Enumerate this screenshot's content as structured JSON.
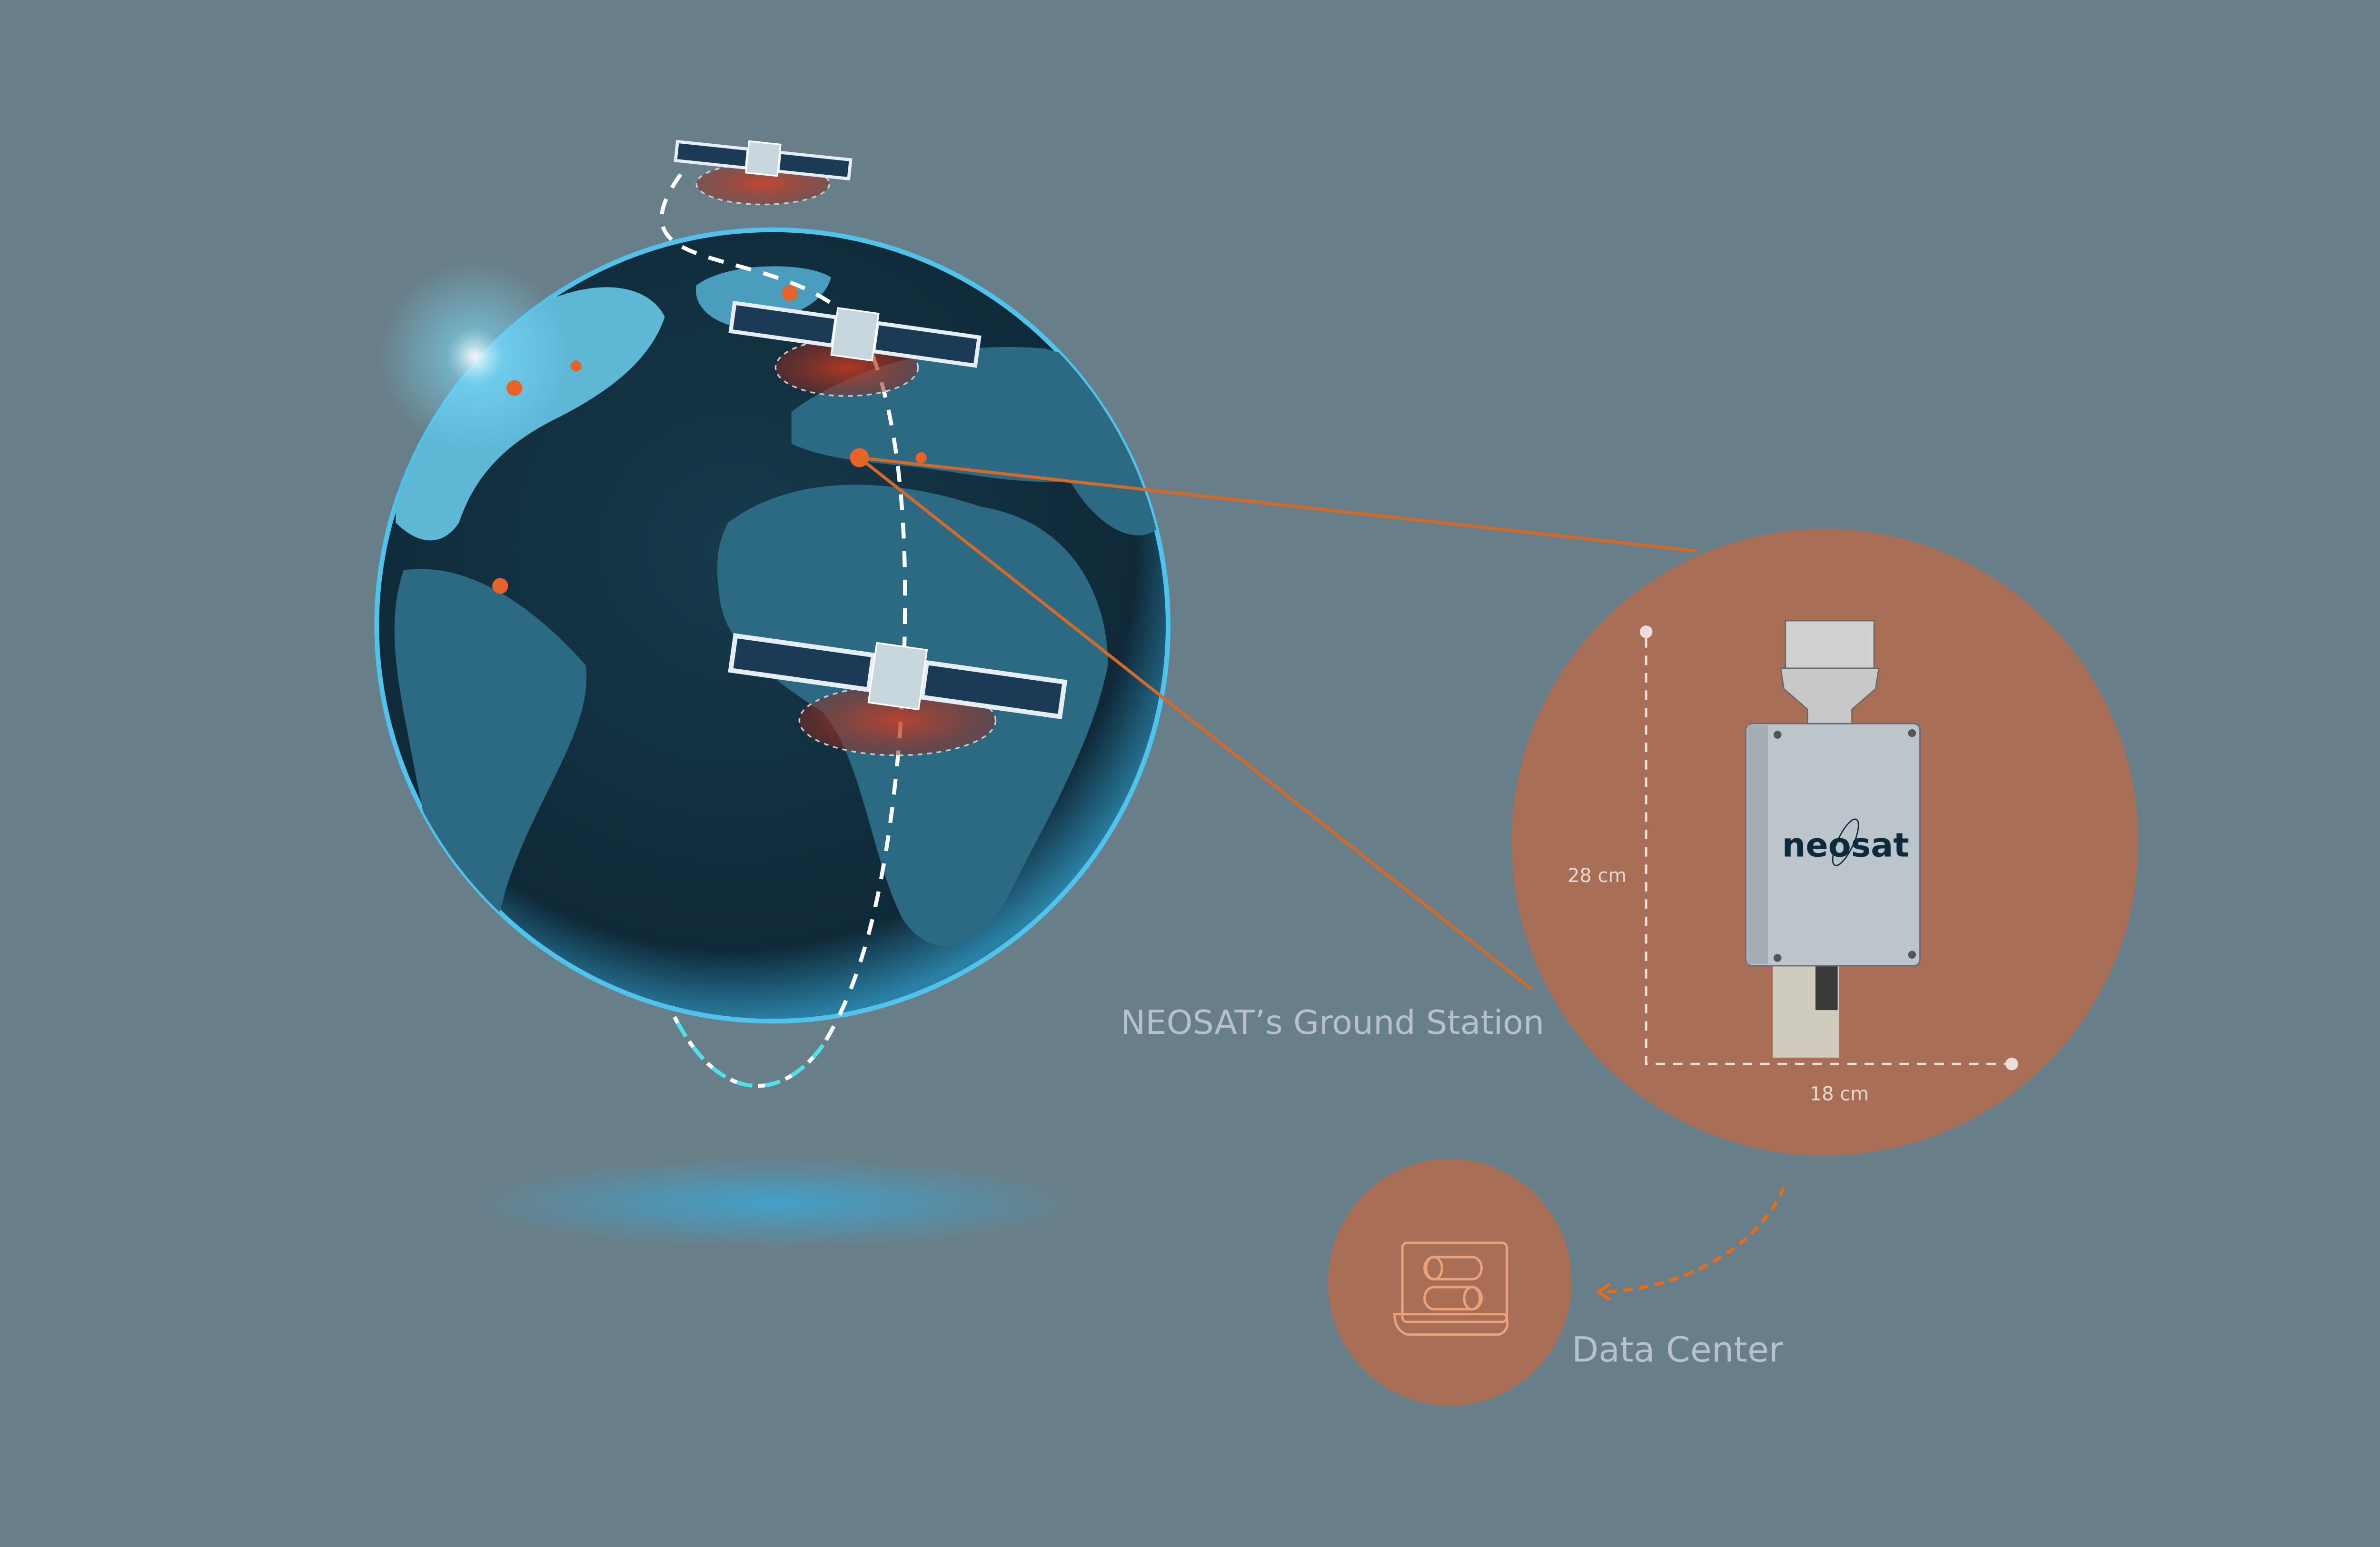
{
  "ground_station": {
    "label": "NEOSAT’s Ground Station",
    "height_label": "28 cm",
    "width_label": "18 cm",
    "logo_text": "neosat"
  },
  "data_center": {
    "label": "Data Center",
    "icon": "laptop-database-icon"
  },
  "colors": {
    "background": "#687f89",
    "accent_circle": "#a86f56",
    "connector": "#d26a2a",
    "globe_ocean": "#0f2a3a",
    "globe_land": "#2f6f88",
    "hotspot": "#e8622a",
    "label_text": "#b8bfcf"
  }
}
